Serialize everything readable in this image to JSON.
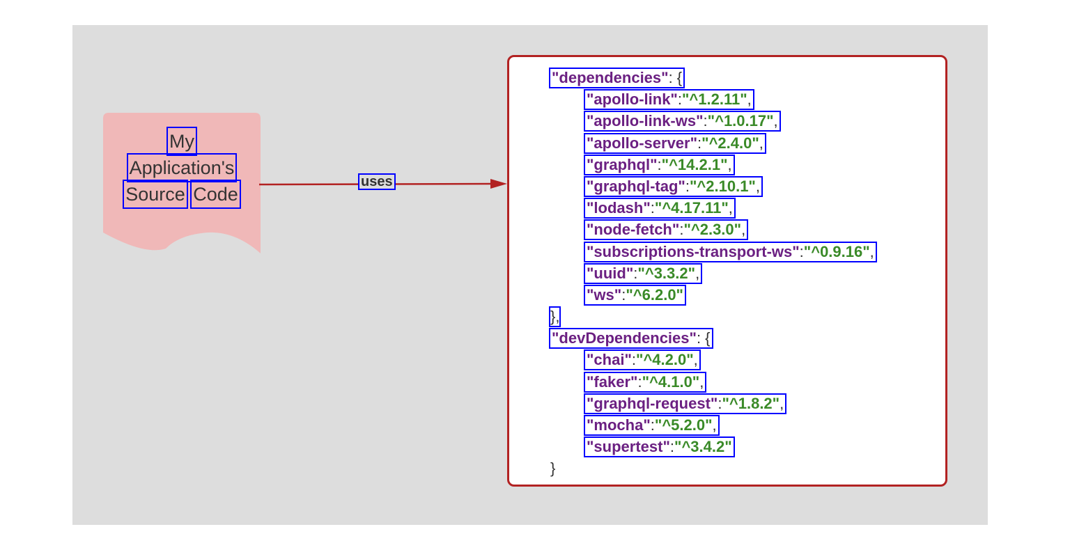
{
  "colors": {
    "canvas_bg": "#dddddd",
    "doc_fill": "#f0b8b8",
    "edge_color": "#b22222",
    "box_border": "#b22222",
    "key_color": "#6b2082",
    "value_color": "#3a8a28",
    "ocr_outline": "#0000ff"
  },
  "source_node": {
    "label_lines": [
      [
        "My"
      ],
      [
        "Application's"
      ],
      [
        "Source",
        "Code"
      ]
    ]
  },
  "edge": {
    "label": "uses"
  },
  "package_json": {
    "dependencies_label": "\"dependencies\"",
    "dependencies": [
      {
        "name": "\"apollo-link\"",
        "version": "\"^1.2.11\""
      },
      {
        "name": "\"apollo-link-ws\"",
        "version": "\"^1.0.17\""
      },
      {
        "name": "\"apollo-server\"",
        "version": "\"^2.4.0\""
      },
      {
        "name": "\"graphql\"",
        "version": "\"^14.2.1\""
      },
      {
        "name": "\"graphql-tag\"",
        "version": "\"^2.10.1\""
      },
      {
        "name": "\"lodash\"",
        "version": "\"^4.17.11\""
      },
      {
        "name": "\"node-fetch\"",
        "version": "\"^2.3.0\""
      },
      {
        "name": "\"subscriptions-transport-ws\"",
        "version": "\"^0.9.16\""
      },
      {
        "name": "\"uuid\"",
        "version": "\"^3.3.2\""
      },
      {
        "name": "\"ws\"",
        "version": "\"^6.2.0\""
      }
    ],
    "dev_dependencies_label": "\"devDependencies\"",
    "dev_dependencies": [
      {
        "name": "\"chai\"",
        "version": "\"^4.2.0\""
      },
      {
        "name": "\"faker\"",
        "version": "\"^4.1.0\""
      },
      {
        "name": "\"graphql-request\"",
        "version": "\"^1.8.2\""
      },
      {
        "name": "\"mocha\"",
        "version": "\"^5.2.0\""
      },
      {
        "name": "\"supertest\"",
        "version": "\"^3.4.2\""
      }
    ],
    "colon": ":",
    "open_brace": " {",
    "close_brace_comma": "},",
    "close_brace": "}",
    "comma": ","
  }
}
